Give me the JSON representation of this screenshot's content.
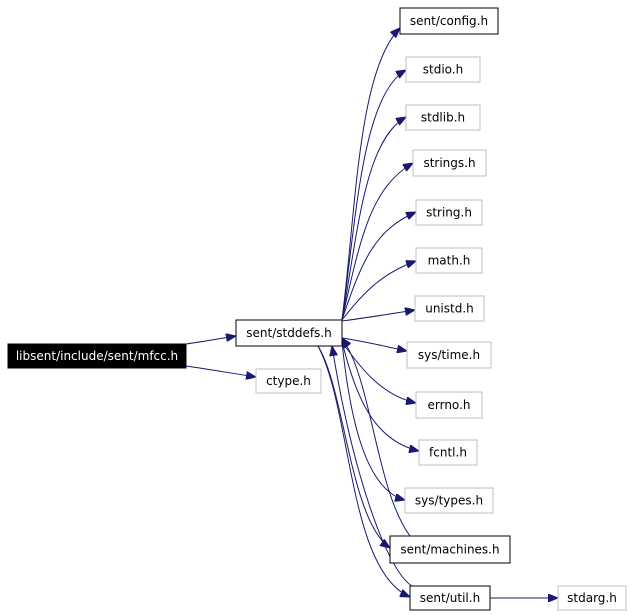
{
  "diagram": {
    "edge_color": "#191970",
    "root_fill": "#000000",
    "root_text_color": "#ffffff",
    "documented_border": "#000000",
    "undocumented_border": "#bfbfbf",
    "nodes": {
      "root": {
        "label": "libsent/include/sent/mfcc.h",
        "kind": "root"
      },
      "stddefs": {
        "label": "sent/stddefs.h",
        "kind": "documented"
      },
      "ctype": {
        "label": "ctype.h",
        "kind": "undocumented"
      },
      "config": {
        "label": "sent/config.h",
        "kind": "documented"
      },
      "stdio": {
        "label": "stdio.h",
        "kind": "undocumented"
      },
      "stdlib": {
        "label": "stdlib.h",
        "kind": "undocumented"
      },
      "strings": {
        "label": "strings.h",
        "kind": "undocumented"
      },
      "string": {
        "label": "string.h",
        "kind": "undocumented"
      },
      "math": {
        "label": "math.h",
        "kind": "undocumented"
      },
      "unistd": {
        "label": "unistd.h",
        "kind": "undocumented"
      },
      "systime": {
        "label": "sys/time.h",
        "kind": "undocumented"
      },
      "errno": {
        "label": "errno.h",
        "kind": "undocumented"
      },
      "fcntl": {
        "label": "fcntl.h",
        "kind": "undocumented"
      },
      "systypes": {
        "label": "sys/types.h",
        "kind": "undocumented"
      },
      "machines": {
        "label": "sent/machines.h",
        "kind": "documented"
      },
      "util": {
        "label": "sent/util.h",
        "kind": "documented"
      },
      "stdarg": {
        "label": "stdarg.h",
        "kind": "undocumented"
      }
    },
    "edges": [
      [
        "root",
        "stddefs"
      ],
      [
        "root",
        "ctype"
      ],
      [
        "stddefs",
        "config"
      ],
      [
        "stddefs",
        "stdio"
      ],
      [
        "stddefs",
        "stdlib"
      ],
      [
        "stddefs",
        "strings"
      ],
      [
        "stddefs",
        "string"
      ],
      [
        "stddefs",
        "math"
      ],
      [
        "stddefs",
        "unistd"
      ],
      [
        "stddefs",
        "systime"
      ],
      [
        "stddefs",
        "errno"
      ],
      [
        "stddefs",
        "fcntl"
      ],
      [
        "stddefs",
        "systypes"
      ],
      [
        "stddefs",
        "machines"
      ],
      [
        "stddefs",
        "util"
      ],
      [
        "machines",
        "stddefs"
      ],
      [
        "util",
        "stddefs"
      ],
      [
        "util",
        "stdarg"
      ]
    ]
  }
}
